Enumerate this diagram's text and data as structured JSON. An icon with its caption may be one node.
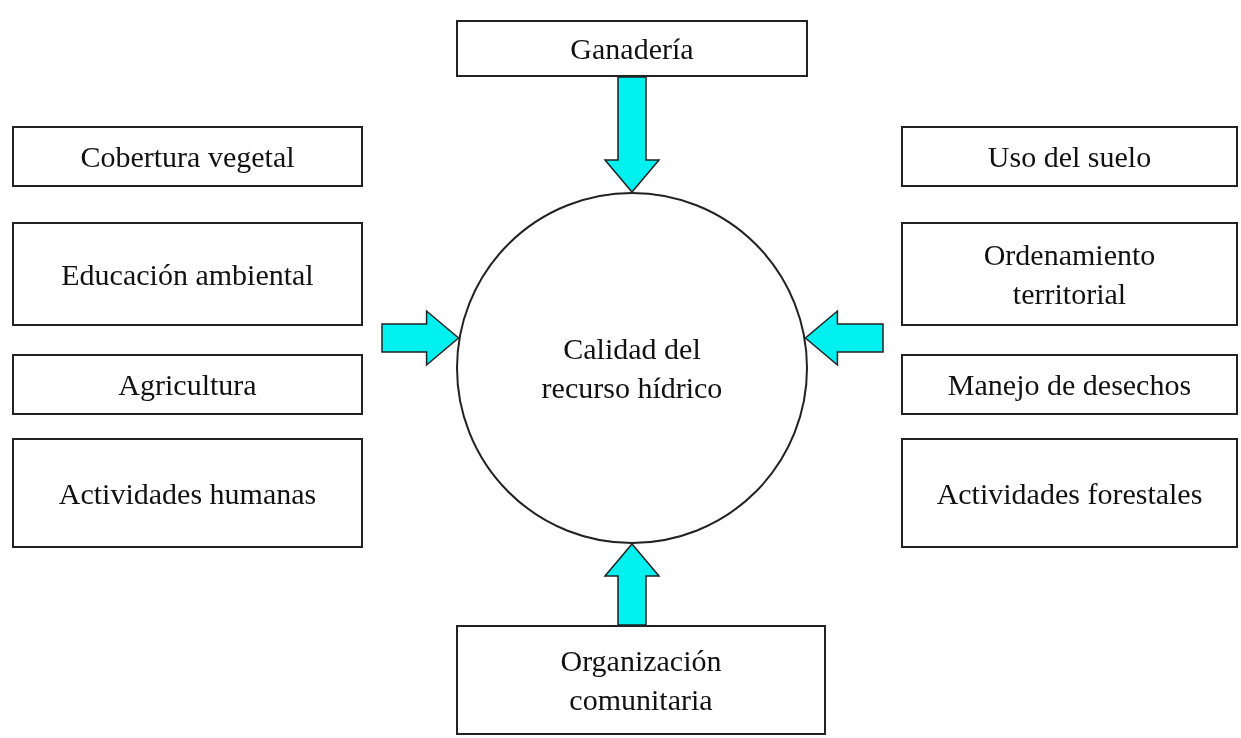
{
  "diagram": {
    "nodes": [
      {
        "text": [
          "Ganadería"
        ]
      },
      {
        "text": [
          "Cobertura vegetal"
        ]
      },
      {
        "text": [
          "Uso del suelo"
        ]
      },
      {
        "text": [
          "Educación ambiental"
        ]
      },
      {
        "text": [
          "Ordenamiento territorial"
        ]
      },
      {
        "text": [
          "Calidad del recurso hídrico"
        ]
      },
      {
        "text": [
          "Agricultura"
        ]
      },
      {
        "text": [
          "Manejo de desechos"
        ]
      },
      {
        "text": [
          "Actividades humanas"
        ]
      },
      {
        "text": [
          "Actividades forestales"
        ]
      },
      {
        "text": [
          "Organización comunitaria"
        ]
      }
    ],
    "edges": [
      {
        "from": 0,
        "to": 5,
        "arrow": "to"
      },
      {
        "from": null,
        "to": 5,
        "arrow": "to"
      },
      {
        "from": null,
        "to": 5,
        "arrow": "to"
      },
      {
        "from": 10,
        "to": 5,
        "arrow": "to"
      }
    ]
  }
}
